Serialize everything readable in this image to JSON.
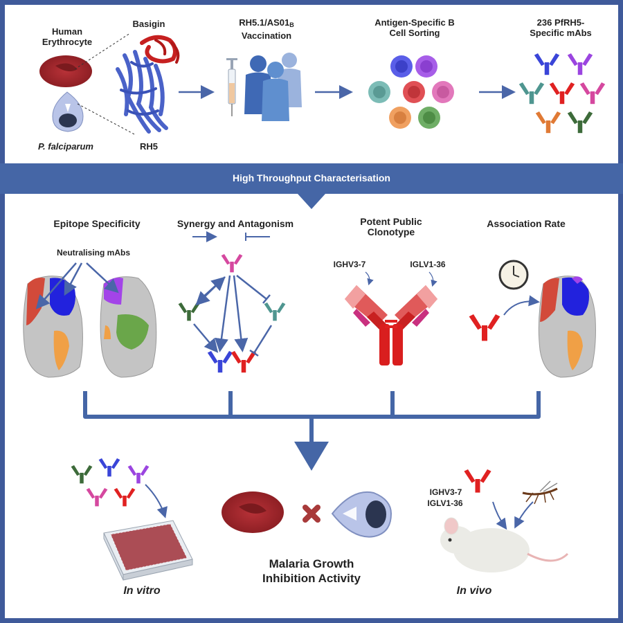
{
  "header": {
    "human_erythrocyte": "Human Erythrocyte",
    "basigin": "Basigin",
    "rh5": "RH5",
    "p_falciparum": "P. falciparum",
    "vaccination_main": "RH5.1/AS01",
    "vaccination_sub": "B",
    "vaccination_line2": "Vaccination",
    "sorting": "Antigen-Specific B Cell Sorting",
    "mabs": "236 PfRH5-Specific mAbs"
  },
  "band": {
    "title": "High Throughput Characterisation"
  },
  "characterisation": {
    "epitope_title": "Epitope Specificity",
    "neutralising": "Neutralising mAbs",
    "synergy_title": "Synergy and Antagonism",
    "clonotype_title": "Potent Public Clonotype",
    "ighv": "IGHV3-7",
    "iglv": "IGLV1-36",
    "association_title": "Association Rate"
  },
  "outcome": {
    "growth_inhibition": "Malaria Growth Inhibition Activity",
    "in_vitro": "In vitro",
    "in_vivo": "In vivo",
    "ighv": "IGHV3-7",
    "iglv": "IGLV1-36"
  },
  "colors": {
    "frame_blue": "#3f5a9a",
    "band_blue": "#4566a6",
    "arrow_blue": "#4a66a8",
    "rbc_red": "#a5292e",
    "mab_red": "#e02121",
    "mab_green": "#3d6b3a",
    "mab_teal": "#4f9690",
    "mab_purple": "#9b45e0",
    "mab_pink": "#d5489f",
    "mab_blue": "#3a45d8",
    "mab_orange": "#e07a35"
  }
}
